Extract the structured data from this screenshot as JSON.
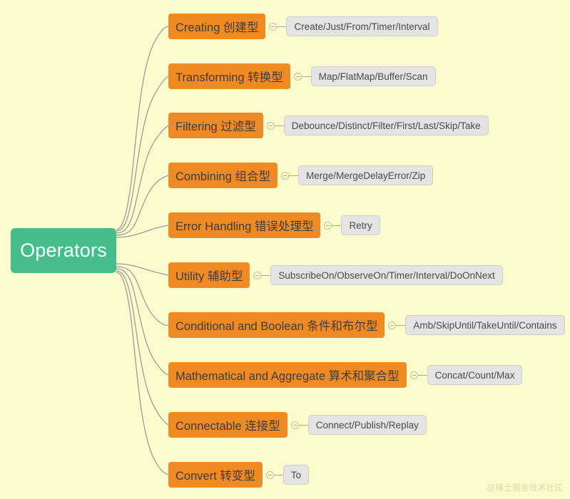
{
  "background_color": "#fcfbcd",
  "root": {
    "label": "Operators",
    "color": "#45be8b",
    "text_color": "#ffffff"
  },
  "branch_color": "#f08a22",
  "leaf_color": "#e4e4e4",
  "branches": [
    {
      "label": "Creating 创建型",
      "leaf": "Create/Just/From/Timer/Interval",
      "toggle": "collapse-toggle"
    },
    {
      "label": "Transforming 转换型",
      "leaf": "Map/FlatMap/Buffer/Scan",
      "toggle": "collapse-toggle"
    },
    {
      "label": "Filtering 过滤型",
      "leaf": "Debounce/Distinct/Filter/First/Last/Skip/Take",
      "toggle": "collapse-toggle"
    },
    {
      "label": "Combining 组合型",
      "leaf": "Merge/MergeDelayError/Zip",
      "toggle": "collapse-toggle"
    },
    {
      "label": "Error Handling 错误处理型",
      "leaf": "Retry",
      "toggle": "collapse-toggle"
    },
    {
      "label": "Utility 辅助型",
      "leaf": "SubscribeOn/ObserveOn/Timer/Interval/DoOnNext",
      "toggle": "collapse-toggle"
    },
    {
      "label": "Conditional and Boolean 条件和布尔型",
      "leaf": "Amb/SkipUntil/TakeUntil/Contains",
      "toggle": "collapse-toggle"
    },
    {
      "label": "Mathematical and Aggregate 算术和聚合型",
      "leaf": "Concat/Count/Max",
      "toggle": "collapse-toggle"
    },
    {
      "label": "Connectable 连接型",
      "leaf": "Connect/Publish/Replay",
      "toggle": "collapse-toggle"
    },
    {
      "label": "Convert 转变型",
      "leaf": "To",
      "toggle": "collapse-toggle"
    }
  ],
  "watermark": "@稀土掘金技术社区"
}
